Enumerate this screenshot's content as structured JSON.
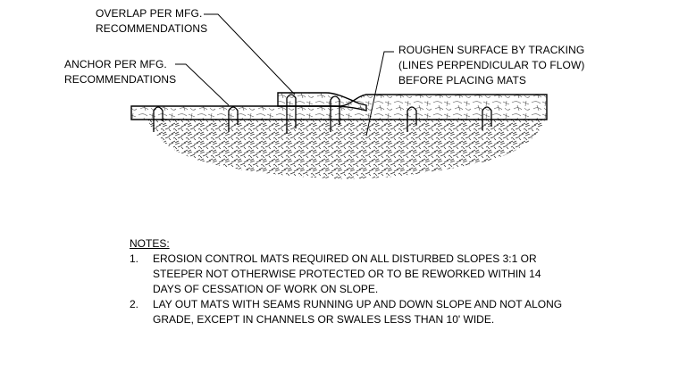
{
  "callouts": {
    "overlap": {
      "line1": "OVERLAP PER MFG.",
      "line2": "RECOMMENDATIONS"
    },
    "anchor": {
      "line1": "ANCHOR PER MFG.",
      "line2": "RECOMMENDATIONS"
    },
    "roughen": {
      "line1": "ROUGHEN SURFACE BY TRACKING",
      "line2": "(LINES PERPENDICULAR TO FLOW)",
      "line3": "BEFORE PLACING MATS"
    }
  },
  "notes": {
    "title": "NOTES:",
    "items": [
      {
        "num": "1.",
        "lines": [
          "EROSION CONTROL MATS REQUIRED ON ALL DISTURBED SLOPES 3:1 OR",
          "STEEPER NOT OTHERWISE PROTECTED OR TO BE REWORKED WITHIN 14",
          "DAYS OF CESSATION OF WORK ON SLOPE."
        ]
      },
      {
        "num": "2.",
        "lines": [
          "LAY OUT MATS WITH SEAMS RUNNING UP AND DOWN SLOPE AND NOT ALONG",
          "GRADE, EXCEPT IN CHANNELS OR SWALES LESS THAN 10' WIDE."
        ]
      }
    ]
  }
}
